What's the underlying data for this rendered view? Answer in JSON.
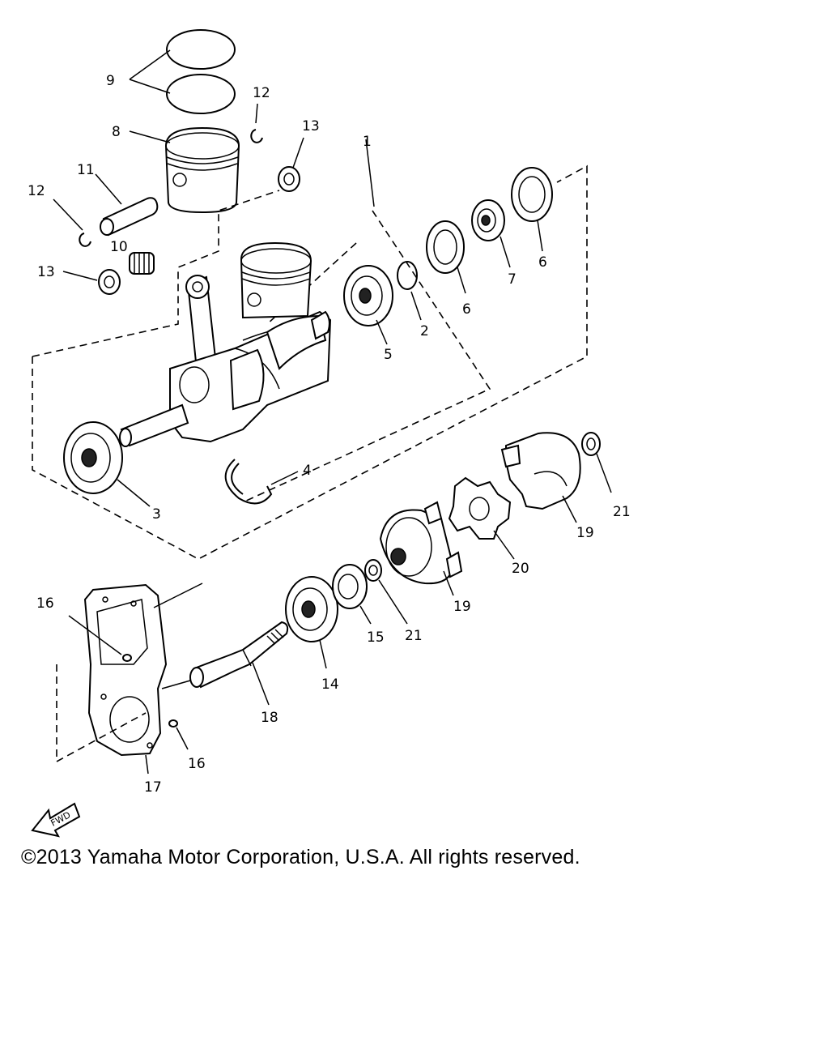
{
  "labels": {
    "p1": "1",
    "p2": "2",
    "p3": "3",
    "p4": "4",
    "p5": "5",
    "p6a": "6",
    "p6b": "6",
    "p7": "7",
    "p8": "8",
    "p9": "9",
    "p10": "10",
    "p11": "11",
    "p12a": "12",
    "p12b": "12",
    "p13a": "13",
    "p13b": "13",
    "p14": "14",
    "p15": "15",
    "p16a": "16",
    "p16b": "16",
    "p17": "17",
    "p18": "18",
    "p19a": "19",
    "p19b": "19",
    "p20": "20",
    "p21a": "21",
    "p21b": "21"
  },
  "fwd_label": "FWD",
  "copyright": "©2013 Yamaha Motor Corporation, U.S.A. All rights reserved."
}
